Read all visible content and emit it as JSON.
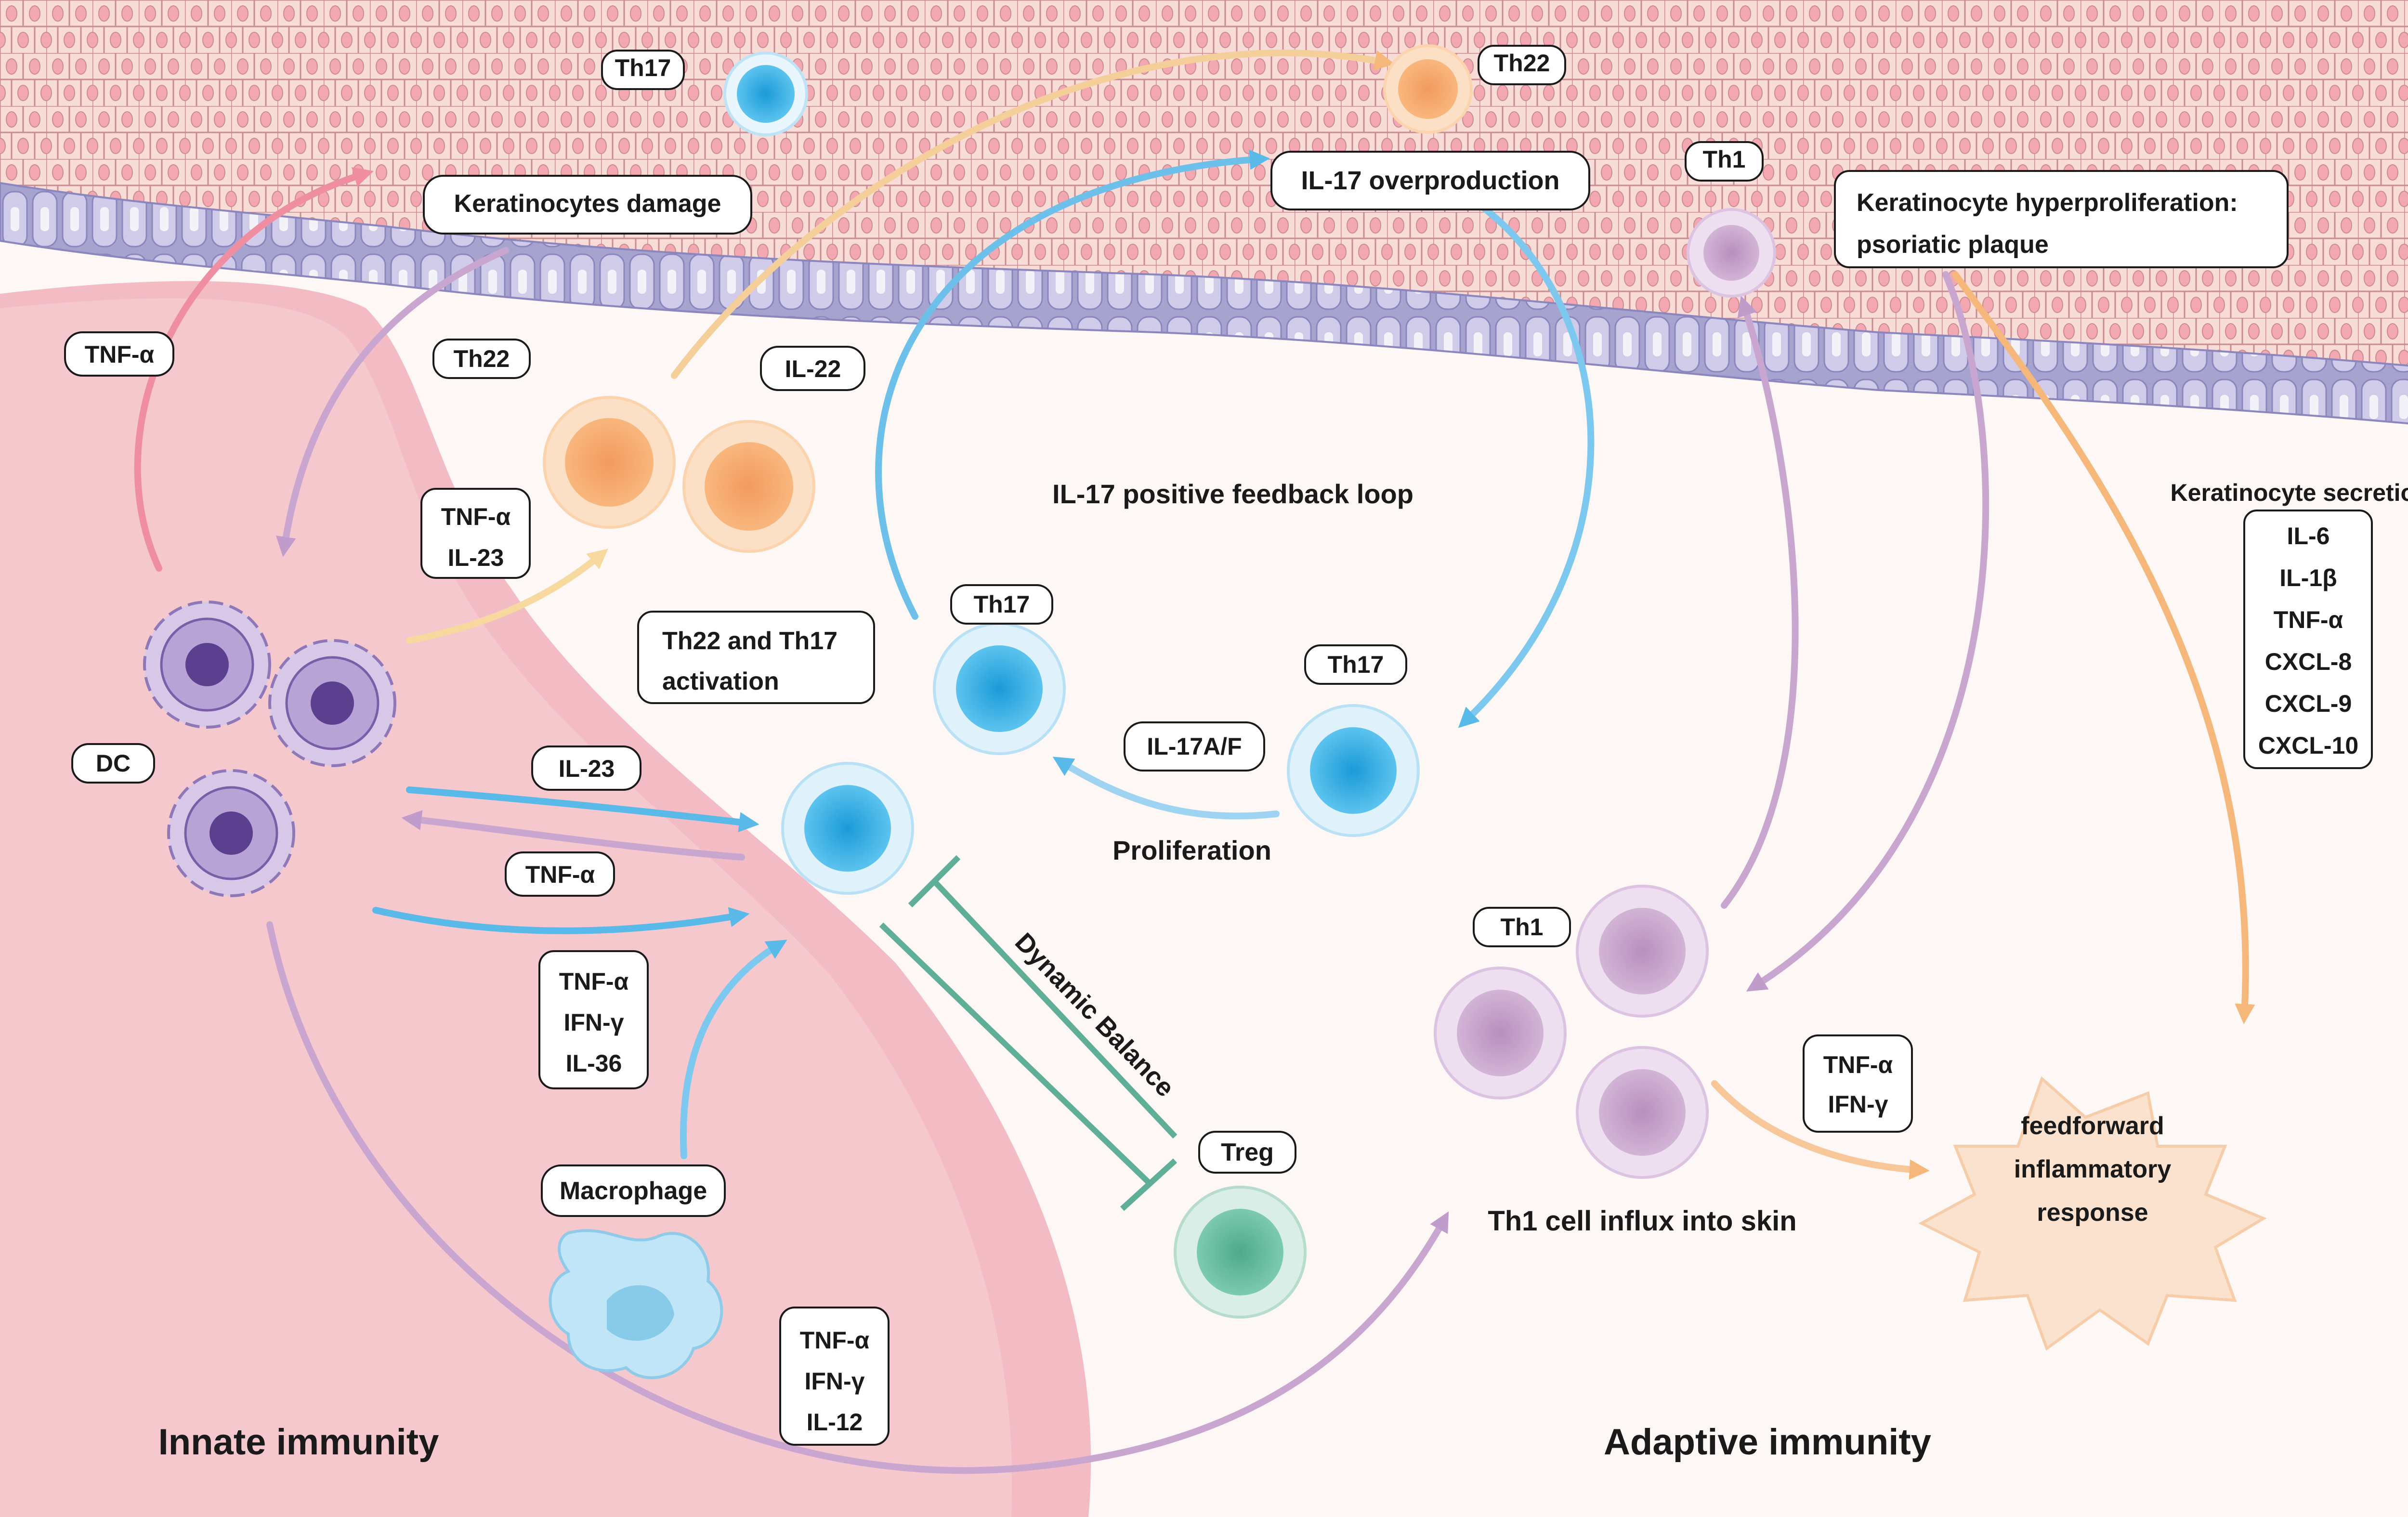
{
  "cells": {
    "th17_top": "Th17",
    "th22_top": "Th22",
    "th1_top": "Th1",
    "th22_mid": "Th22",
    "th17_left": "Th17",
    "th17_right": "Th17",
    "th1_cluster": "Th1",
    "treg": "Treg",
    "dc": "DC",
    "macrophage": "Macrophage"
  },
  "labels": {
    "keratinocytes_damage": "Keratinocytes damage",
    "il17_overproduction": "IL-17 overproduction",
    "hyperproliferation_line1": "Keratinocyte hyperproliferation:",
    "hyperproliferation_line2": "psoriatic plaque",
    "il17_loop": "IL-17 positive feedback loop",
    "activation_line1": "Th22 and Th17",
    "activation_line2": "activation",
    "il17af": "IL-17A/F",
    "proliferation": "Proliferation",
    "dynamic_balance": "Dynamic Balance",
    "th1_influx": "Th1 cell influx into skin",
    "feedforward_line1": "feedforward",
    "feedforward_line2": "inflammatory",
    "feedforward_line3": "response",
    "innate_immunity": "Innate immunity",
    "adaptive_immunity": "Adaptive immunity",
    "keratinocyte_secretions": "Keratinocyte secretions"
  },
  "cytokines": {
    "tnf_top": "TNF-α",
    "il22": "IL-22",
    "tnf_il23": [
      "TNF-α",
      "IL-23"
    ],
    "il23": "IL-23",
    "tnf_mid": "TNF-α",
    "tnf_ifn_il36": [
      "TNF-α",
      "IFN-γ",
      "IL-36"
    ],
    "tnf_ifn_il12": [
      "TNF-α",
      "IFN-γ",
      "IL-12"
    ],
    "tnf_ifn_th1": [
      "TNF-α",
      "IFN-γ"
    ],
    "secretions": [
      "IL-6",
      "IL-1β",
      "TNF-α",
      "CXCL-8",
      "CXCL-9",
      "CXCL-10"
    ]
  },
  "colors": {
    "skin": "#f7dcd8",
    "keratinocyte_nucleus": "#f2a7b1",
    "basal_layer": "#b8b5d9",
    "innate_region": "#f3b7c0",
    "th17": "#40b4e8",
    "th22": "#f7a66b",
    "th1": "#c8a4cc",
    "treg": "#6fbfa3",
    "dc": "#7a5ea8",
    "macrophage": "#9fd6f0"
  }
}
